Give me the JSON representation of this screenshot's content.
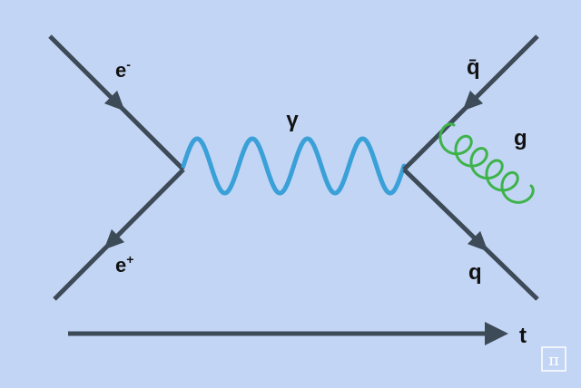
{
  "labels": {
    "electron": "e",
    "electron_sup": "-",
    "positron": "e",
    "positron_sup": "+",
    "photon": "γ",
    "antiquark": "q̄",
    "quark": "q",
    "gluon": "g",
    "time": "t",
    "logo": "π"
  },
  "colors": {
    "background": "#c3d5f5",
    "fermion_line": "#3d4a57",
    "photon": "#3aa0d8",
    "gluon": "#3db34a",
    "text": "#111111"
  },
  "icons": {
    "logo": "pi-logo-icon",
    "arrow": "arrowhead-icon"
  }
}
